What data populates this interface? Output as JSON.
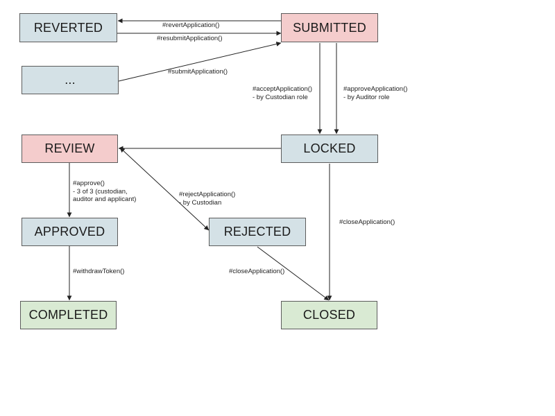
{
  "colors": {
    "default": "#d4e1e6",
    "highlight": "#f4cccc",
    "final": "#d9ead3",
    "stroke": "#222222"
  },
  "states": [
    {
      "id": "reverted",
      "label": "REVERTED",
      "kind": "default"
    },
    {
      "id": "submitted",
      "label": "SUBMITTED",
      "kind": "highlight"
    },
    {
      "id": "ellipsis",
      "label": "...",
      "kind": "default"
    },
    {
      "id": "review",
      "label": "REVIEW",
      "kind": "highlight"
    },
    {
      "id": "locked",
      "label": "LOCKED",
      "kind": "default"
    },
    {
      "id": "approved",
      "label": "APPROVED",
      "kind": "default"
    },
    {
      "id": "rejected",
      "label": "REJECTED",
      "kind": "default"
    },
    {
      "id": "completed",
      "label": "COMPLETED",
      "kind": "final"
    },
    {
      "id": "closed",
      "label": "CLOSED",
      "kind": "final"
    }
  ],
  "transitions": [
    {
      "id": "revert",
      "from": "submitted",
      "to": "reverted",
      "label_lines": [
        "#revertApplication()"
      ]
    },
    {
      "id": "resubmit",
      "from": "reverted",
      "to": "submitted",
      "label_lines": [
        "#resubmitApplication()"
      ]
    },
    {
      "id": "submit",
      "from": "ellipsis",
      "to": "submitted",
      "label_lines": [
        "#submitApplication()"
      ]
    },
    {
      "id": "accept",
      "from": "submitted",
      "to": "locked",
      "label_lines": [
        "#acceptApplication()",
        "- by Custodian role"
      ]
    },
    {
      "id": "approve-application",
      "from": "submitted",
      "to": "locked",
      "label_lines": [
        "#approveApplication()",
        "- by Auditor role"
      ]
    },
    {
      "id": "locked-to-review",
      "from": "locked",
      "to": "review",
      "label_lines": []
    },
    {
      "id": "approve",
      "from": "review",
      "to": "approved",
      "label_lines": [
        "#approve()",
        "- 3 of 3 (custodian,",
        "auditor and applicant)"
      ]
    },
    {
      "id": "reject",
      "from": "review",
      "to": "rejected",
      "label_lines": [
        "#rejectApplication()",
        "- by Custodian"
      ]
    },
    {
      "id": "close-locked",
      "from": "locked",
      "to": "closed",
      "label_lines": [
        "#closeApplication()"
      ]
    },
    {
      "id": "withdraw",
      "from": "approved",
      "to": "completed",
      "label_lines": [
        "#withdrawToken()"
      ]
    },
    {
      "id": "close-rejected",
      "from": "rejected",
      "to": "closed",
      "label_lines": [
        "#closeApplication()"
      ]
    }
  ]
}
